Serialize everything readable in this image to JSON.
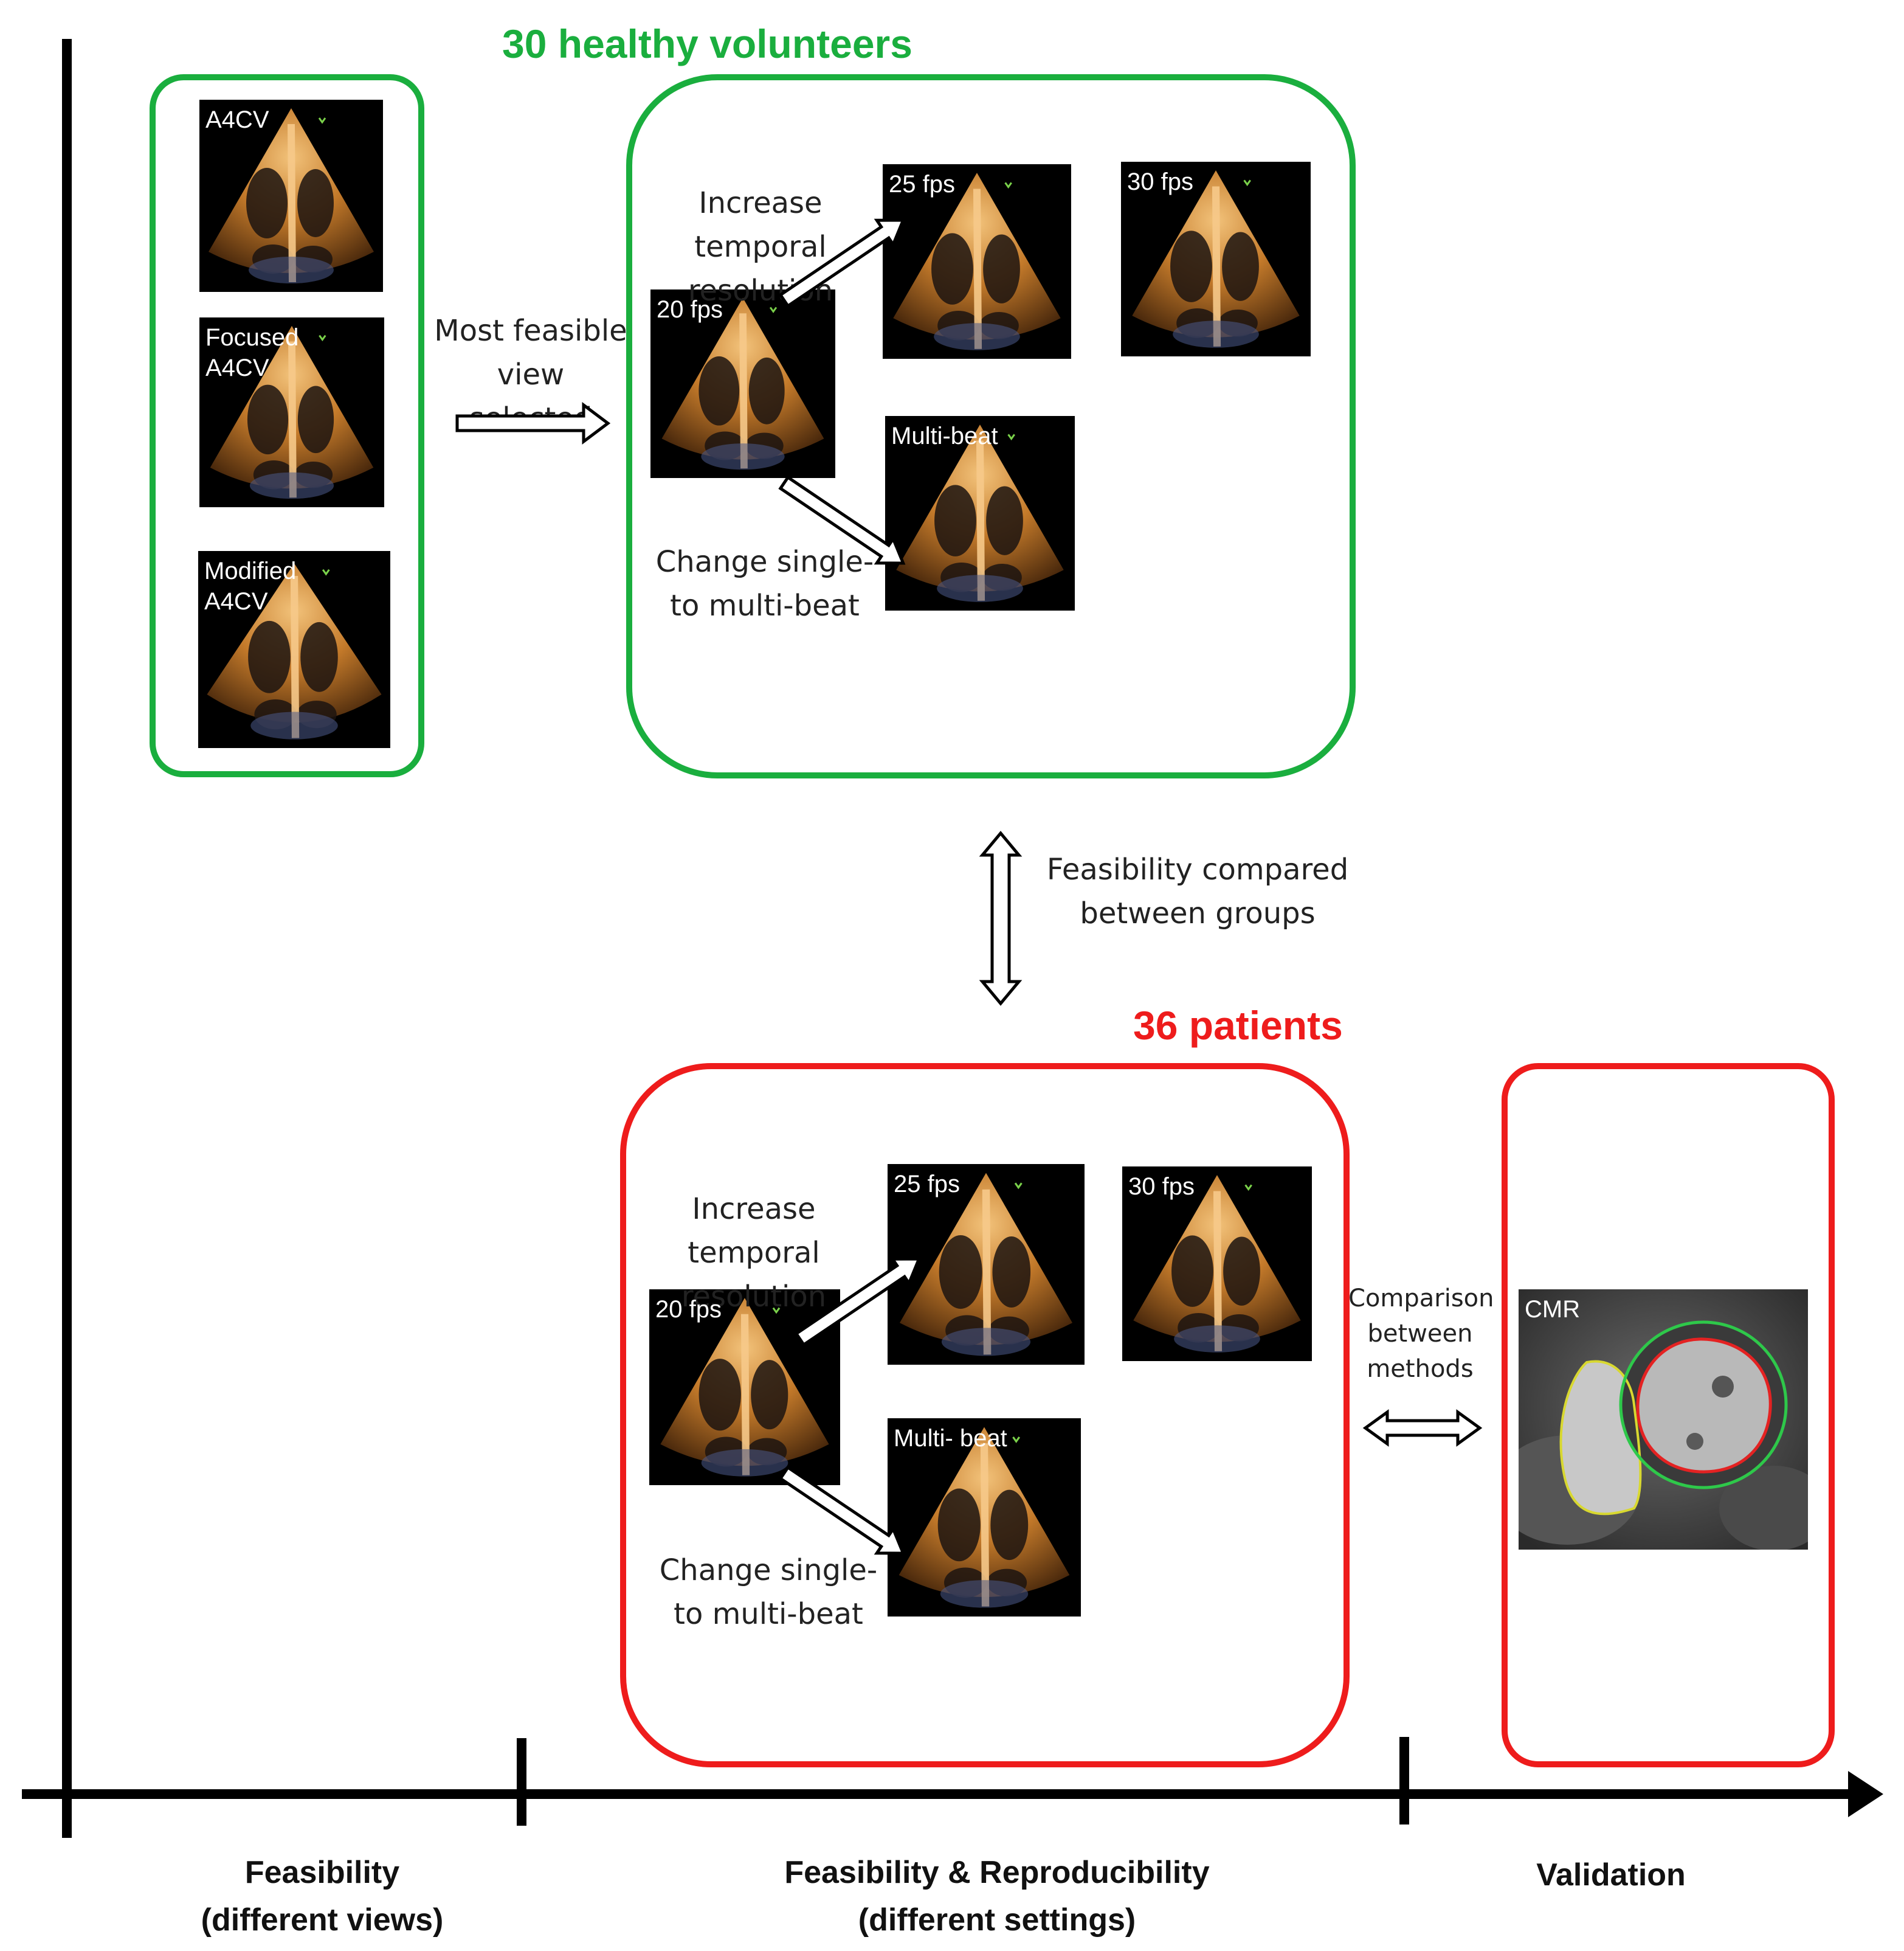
{
  "groups": {
    "healthy": {
      "title": "30 healthy volunteers",
      "color": "#1aae3e"
    },
    "patients": {
      "title": "36 patients",
      "color": "#ee1c1c"
    }
  },
  "views": {
    "a4cv": "A4CV",
    "focused": "Focused\nA4CV",
    "modified": "Modified\nA4CV"
  },
  "flow": {
    "most_feasible": "Most feasible view selected",
    "increase_temporal": "Increase temporal resolution",
    "change_beat": "Change single-to multi-beat",
    "feasibility_compared": "Feasibility compared between groups",
    "comparison_methods": "Comparison between methods"
  },
  "settings": {
    "fps20": "20 fps",
    "fps25": "25 fps",
    "fps30": "30 fps",
    "multibeat": "Multi-beat",
    "multibeat_patient": "Multi- beat"
  },
  "cmr_label": "CMR",
  "axis": {
    "stage1": "Feasibility (different views)",
    "stage2": "Feasibility & Reproducibility (different settings)",
    "stage3": "Validation"
  }
}
